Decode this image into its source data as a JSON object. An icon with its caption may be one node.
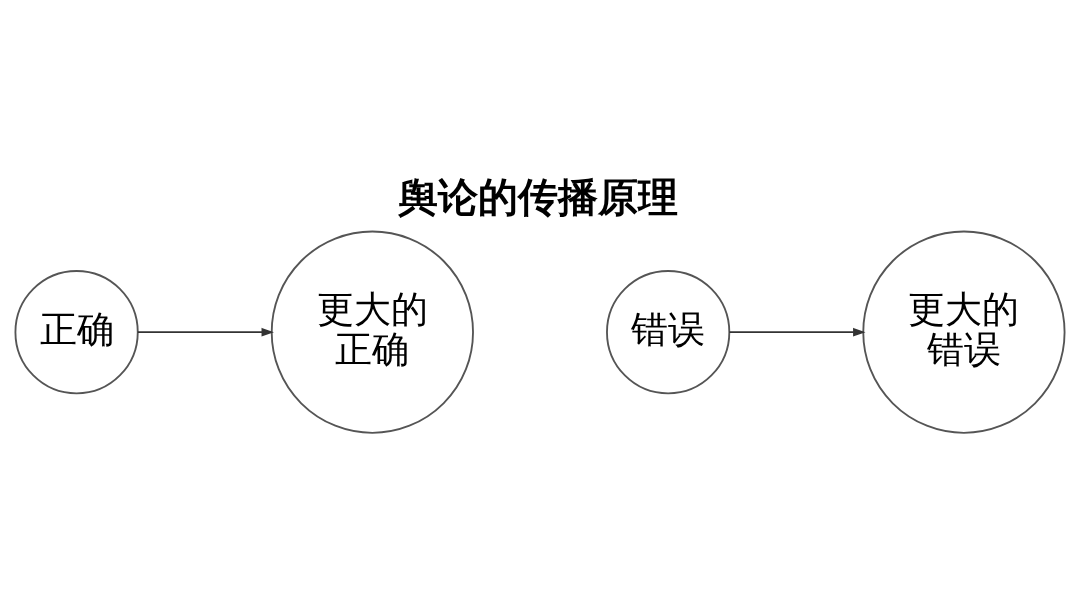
{
  "diagram": {
    "title": "舆论的传播原理",
    "nodes": [
      {
        "text": [
          "正确"
        ]
      },
      {
        "text": [
          "更大的正确"
        ]
      },
      {
        "text": [
          "错误"
        ]
      },
      {
        "text": [
          "更大的错误"
        ]
      }
    ],
    "edges": [
      {
        "from": 0,
        "to": 1,
        "arrow": "to"
      },
      {
        "from": 2,
        "to": 3,
        "arrow": "to"
      }
    ]
  }
}
